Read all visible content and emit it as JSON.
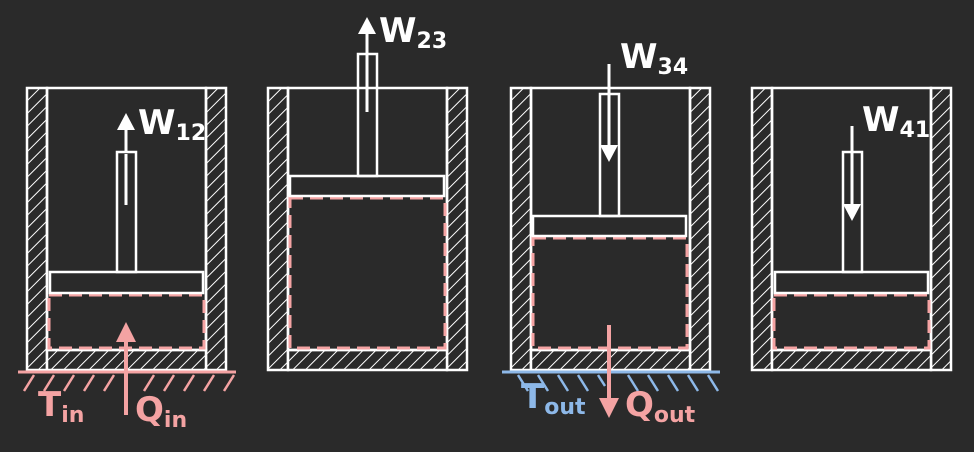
{
  "colors": {
    "background": "#2a2a2a",
    "wall": "#ffffff",
    "hot": "#f4a3a3",
    "cold": "#8db8e8"
  },
  "labels": {
    "w12": {
      "main": "W",
      "sub": "12"
    },
    "w23": {
      "main": "W",
      "sub": "23"
    },
    "w34": {
      "main": "W",
      "sub": "34"
    },
    "w41": {
      "main": "W",
      "sub": "41"
    },
    "t_in": {
      "main": "T",
      "sub": "in"
    },
    "q_in": {
      "main": "Q",
      "sub": "in"
    },
    "t_out": {
      "main": "T",
      "sub": "out"
    },
    "q_out": {
      "main": "Q",
      "sub": "out"
    }
  }
}
